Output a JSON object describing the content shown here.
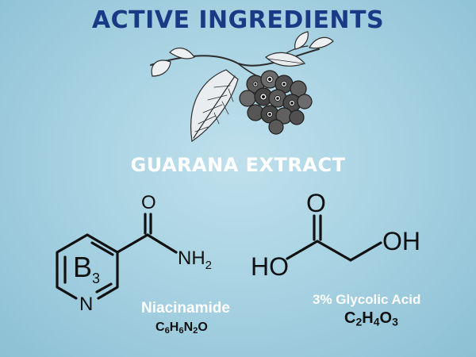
{
  "title": "ACTIVE INGREDIENTS",
  "subtitle": "GUARANA EXTRACT",
  "niacinamide": {
    "name": "Niacinamide",
    "vitamin": "B",
    "vitamin_sub": "3",
    "atom_o": "O",
    "atom_nh": "NH",
    "atom_nh_sub": "2",
    "atom_n": "N",
    "formula": [
      {
        "el": "C",
        "n": "6"
      },
      {
        "el": "H",
        "n": "6"
      },
      {
        "el": "N",
        "n": "2"
      },
      {
        "el": "O",
        "n": ""
      }
    ]
  },
  "glycolic": {
    "name": "3% Glycolic Acid",
    "atom_o": "O",
    "atom_ho": "HO",
    "atom_oh": "OH",
    "formula": [
      {
        "el": "C",
        "n": "2"
      },
      {
        "el": "H",
        "n": "4"
      },
      {
        "el": "O",
        "n": "3"
      }
    ]
  },
  "illustration": "guarana-branch-icon"
}
